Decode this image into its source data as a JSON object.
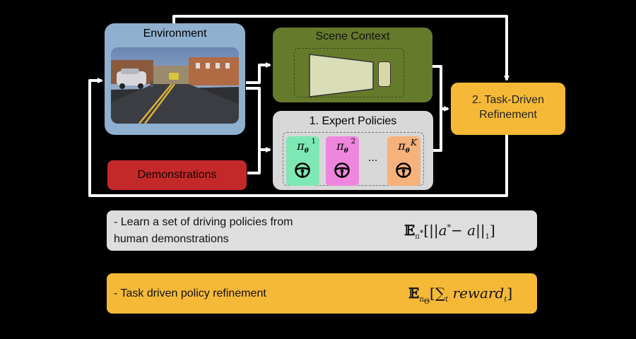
{
  "environment": {
    "title": "Environment"
  },
  "scene_context": {
    "title": "Scene Context"
  },
  "expert_policies": {
    "title": "1. Expert Policies",
    "policies": [
      {
        "symbol": "π",
        "subscript": "θ",
        "superscript": "1",
        "color": "#7de8b4"
      },
      {
        "symbol": "π",
        "subscript": "θ",
        "superscript": "2",
        "color": "#ef86dd"
      },
      {
        "symbol": "π",
        "subscript": "θ",
        "superscript": "K",
        "color": "#f7b17a"
      }
    ],
    "ellipsis": "..."
  },
  "demonstrations": {
    "label": "Demonstrations"
  },
  "refinement": {
    "line1": "2. Task-Driven",
    "line2": "Refinement"
  },
  "bars": [
    {
      "text_line1": "- Learn a set of driving policies from",
      "text_line2": "human demonstrations",
      "color": "#dedede"
    },
    {
      "text_line1": "- Task driven policy refinement",
      "color": "#f6b937"
    }
  ],
  "colors": {
    "background": "#000000",
    "environment": "#8fb0cf",
    "scene_context": "#667a2c",
    "expert_policies": "#d8d8d8",
    "demonstrations": "#c4292a",
    "refinement": "#f6b937",
    "arrows": "#ffffff"
  }
}
